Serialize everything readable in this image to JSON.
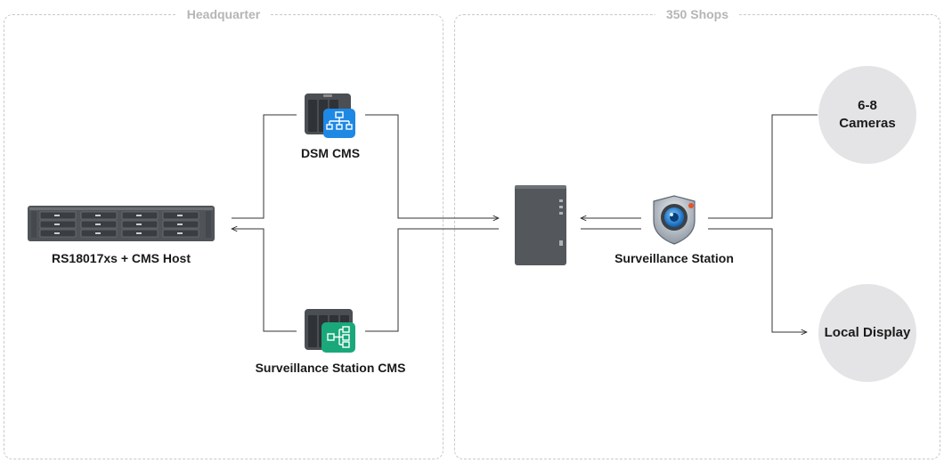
{
  "zones": {
    "headquarter_title": "Headquarter",
    "shops_title": "350 Shops"
  },
  "nodes": {
    "hq_host": "RS18017xs + CMS Host",
    "dsm_cms": "DSM CMS",
    "ss_cms": "Surveillance Station CMS",
    "nas": "",
    "surveillance_station": "Surveillance Station",
    "cameras": "6-8\nCameras",
    "local_display": "Local Display"
  },
  "icons": {
    "rack_server": "rack-server-icon",
    "dsm_cms": "dsm-cms-icon",
    "ss_cms": "surveillance-cms-icon",
    "nas": "nas-tower-icon",
    "camera": "surveillance-camera-icon"
  },
  "colors": {
    "border": "#c9c9c9",
    "zone_title": "#b5b5b5",
    "line": "#333333",
    "circle_fill": "#e4e4e7",
    "dsm_blue": "#1e88e5",
    "cms_green": "#1aa87a",
    "device_gray": "#55595e"
  }
}
